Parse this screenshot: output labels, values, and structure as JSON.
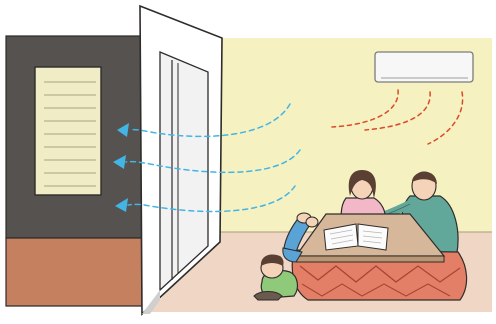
{
  "colors": {
    "background": "#ffffff",
    "left_room_wall": "#56524f",
    "left_room_floor": "#c4805f",
    "window_blind": "#f0edc6",
    "right_room_wall": "#f6f1c0",
    "right_room_floor": "#efd6c5",
    "air_conditioner": "#f7f7f7",
    "cold_air": "#43b5e5",
    "warm_air": "#d94a2a",
    "kotatsu_quilt": "#e47f67",
    "table_top": "#d6b79a",
    "mother_top": "#f2b8c7",
    "father_top": "#62a89a",
    "boy_top": "#8fc97a",
    "girl_pants": "#5aa3d6",
    "hair": "#5a3f33"
  },
  "icons": [
    "air-conditioner-icon",
    "window-blind-icon",
    "sliding-door-icon",
    "kotatsu-table-icon",
    "open-book-icon"
  ],
  "figures": [
    "mother",
    "father",
    "boy",
    "girl"
  ]
}
